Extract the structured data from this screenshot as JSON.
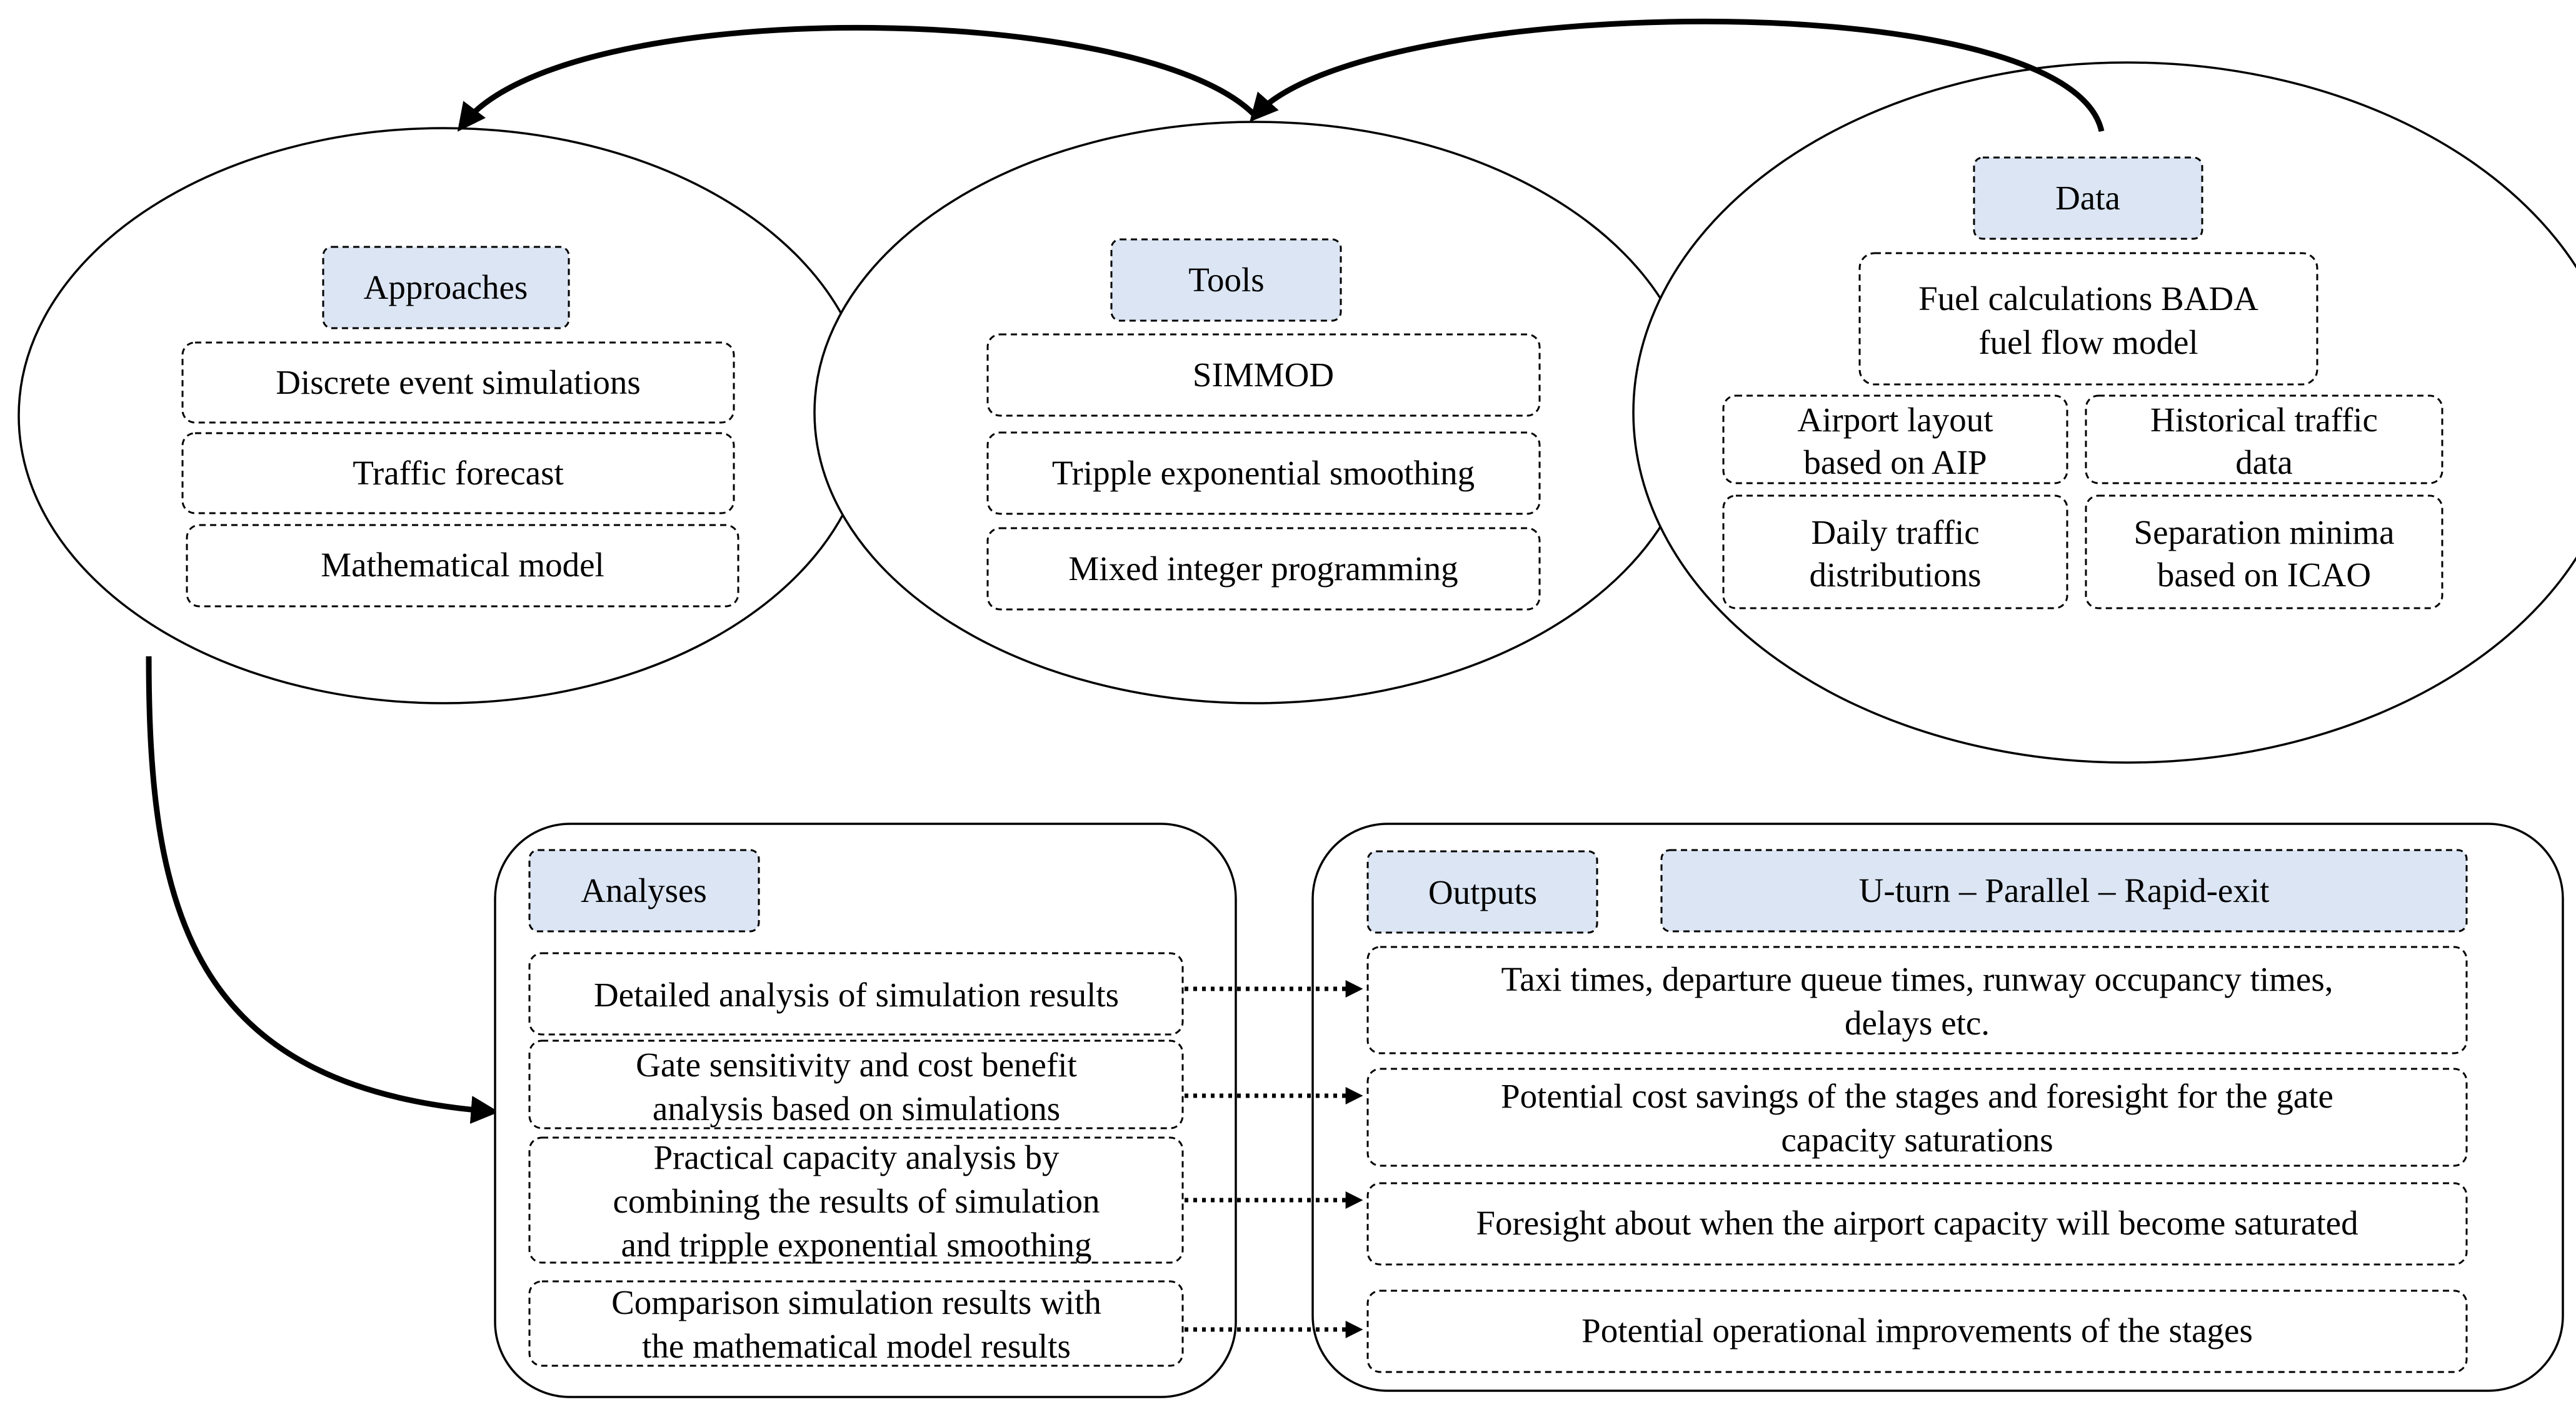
{
  "approaches": {
    "title": "Approaches",
    "items": [
      "Discrete event simulations",
      "Traffic forecast",
      "Mathematical model"
    ]
  },
  "tools": {
    "title": "Tools",
    "items": [
      "SIMMOD",
      "Tripple exponential smoothing",
      "Mixed integer programming"
    ]
  },
  "data": {
    "title": "Data",
    "fuel": [
      "Fuel calculations BADA",
      "fuel flow model"
    ],
    "airport_layout": [
      "Airport layout",
      "based on AIP"
    ],
    "historical": [
      "Historical traffic",
      "data"
    ],
    "daily": [
      "Daily traffic",
      "distributions"
    ],
    "separation": [
      "Separation minima",
      "based on ICAO"
    ]
  },
  "analyses": {
    "title": "Analyses",
    "detailed": [
      "Detailed analysis of simulation results"
    ],
    "gate": [
      "Gate sensitivity and cost benefit",
      "analysis based on simulations"
    ],
    "practical": [
      "Practical capacity analysis by",
      "combining the results of simulation",
      "and tripple exponential smoothing"
    ],
    "comparison": [
      "Comparison simulation results with",
      "the mathematical model results"
    ]
  },
  "outputs": {
    "title": "Outputs",
    "stages": "U-turn – Parallel – Rapid-exit",
    "taxi": [
      "Taxi times, departure queue times, runway occupancy times,",
      "delays etc."
    ],
    "cost": [
      "Potential cost savings of the stages and foresight for the gate",
      "capacity saturations"
    ],
    "foresight": [
      "Foresight about when the airport capacity will become saturated"
    ],
    "improvements": [
      "Potential operational improvements of the stages"
    ]
  }
}
